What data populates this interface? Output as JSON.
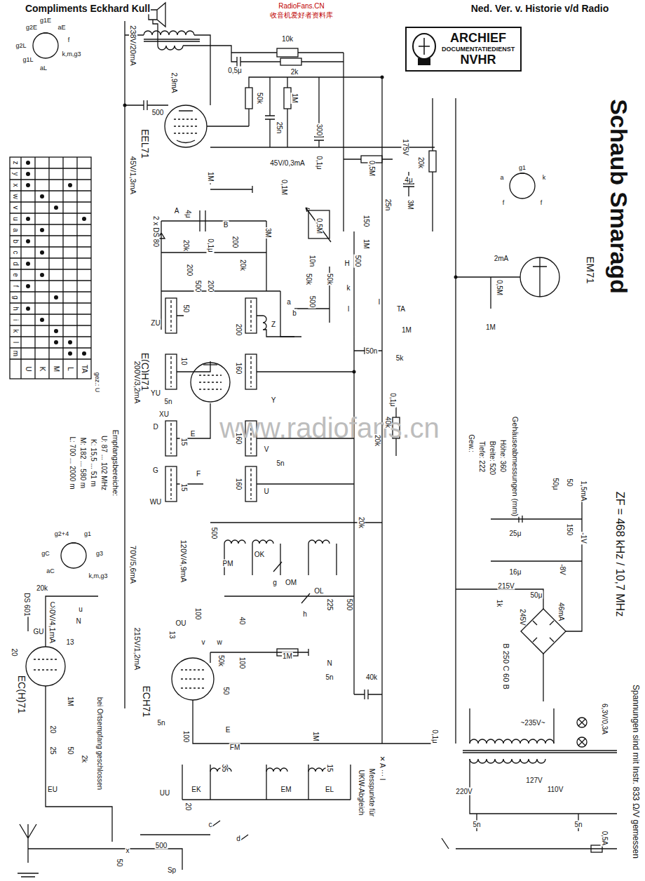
{
  "diagram": {
    "title": "Schaub Smaragd",
    "nodes": [
      {
        "text": [
          "ARCHIEF",
          "DOCUMENTATIEDIENST",
          "NVHR"
        ]
      }
    ],
    "labels": [
      "Compliments Eckhard Kull",
      "RadioFans.CN",
      "收音机爱好者资料库",
      "Ned. Ver. v. Historie v/d Radio",
      "www.radiofans.cn",
      "ZF = 468 kHz / 10,7 MHz",
      "Spannungen sind mit Instr. 833 Ω/V gemessen",
      "EEL71",
      "E(C)H71",
      "ECH71",
      "EC(H)71",
      "EM71",
      "238V/20mA",
      "45V/1,3mA",
      "2,9mA",
      "45V/0,3mA",
      "200V/3,2mA",
      "70V/5,6mA",
      "120V/4,9mA",
      "215V/1,2mA",
      "60V/4,1mA",
      "Empfangsbereiche:",
      "U: 87 ... 102 MHz",
      "K: 15,5 ... 51 m",
      "M: 182 ... 580 m",
      "L: 700 ... 2000 m",
      "gez.: U",
      "Gehäuseabmessungen (mm)",
      "Höhe: 360",
      "Breite: 520",
      "Tiefe: 222",
      "Gew.:",
      "✕ A ··· I",
      "Messpunkte für",
      "UKW-Abgleich",
      "bei Ortsempfang geschlossen",
      "B 250 C 60 B",
      "~235V~",
      "220V",
      "127V",
      "110V",
      "6,3V/0,3A",
      "0,5A",
      "2 x DS 80",
      "DS 601",
      "215V",
      "245V",
      "46mA",
      "-8V",
      "-1V",
      "1,5mA",
      "2mA",
      "0,5M",
      "1M",
      "10k",
      "2k",
      "0,5μ",
      "500",
      "50k",
      "1M",
      "25n",
      "300",
      "0,1μ",
      "0,5M",
      "175V",
      "20k",
      "4μ",
      "3M",
      "25n",
      "150",
      "0,5M",
      "1M",
      "1M",
      "0,1M",
      "3M",
      "10n",
      "50k",
      "50k",
      "500",
      "4μ",
      "20k",
      "0,1μ",
      "200",
      "200",
      "500",
      "200",
      "20k",
      "50",
      "200",
      "ZU",
      "Z",
      "YU",
      "Y",
      "10",
      "160",
      "50n",
      "5k",
      "1M",
      "500",
      "a",
      "b",
      "H",
      "k",
      "l",
      "I",
      "TA",
      "A",
      "B",
      "C",
      "D",
      "E",
      "F",
      "G",
      "XU",
      "V",
      "U",
      "WU",
      "5n",
      "5n",
      "160",
      "160",
      "15",
      "15",
      "0,1μ",
      "40k",
      "20k",
      "20k",
      "500",
      "PM",
      "OK",
      "OM",
      "OL",
      "225",
      "500",
      "40",
      "g",
      "h",
      "100",
      "v",
      "w",
      "50k",
      "50",
      "100",
      "1M",
      "13",
      "OU",
      "5n",
      "40k",
      "N",
      "N",
      "u",
      "5n",
      "100",
      "1M",
      "0,1μ",
      "FM",
      "E",
      "EK",
      "35",
      "EM",
      "15",
      "EL",
      "UU",
      "20",
      "c",
      "d",
      "Sp",
      "500",
      "50",
      "x",
      "EU",
      "GU",
      "20",
      "13",
      "20k",
      "1M",
      "20",
      "25",
      "50",
      "2k",
      "1k",
      "16μ",
      "50μ",
      "25μ",
      "50μ",
      "150",
      "50",
      "5n",
      "5n",
      "g2E",
      "g1E",
      "aE",
      "f",
      "k,m,g3",
      "aL",
      "g1L",
      "g2L",
      "g1",
      "a",
      "k",
      "f",
      "f",
      "g2+4",
      "g1",
      "g3",
      "k,m,g3",
      "gC",
      "aC",
      "z",
      "y",
      "x",
      "w",
      "v",
      "u",
      "a",
      "b",
      "c",
      "d",
      "e",
      "f",
      "g",
      "h",
      "i",
      "k",
      "l",
      "m",
      "U",
      "K",
      "M",
      "L",
      "TA"
    ]
  }
}
